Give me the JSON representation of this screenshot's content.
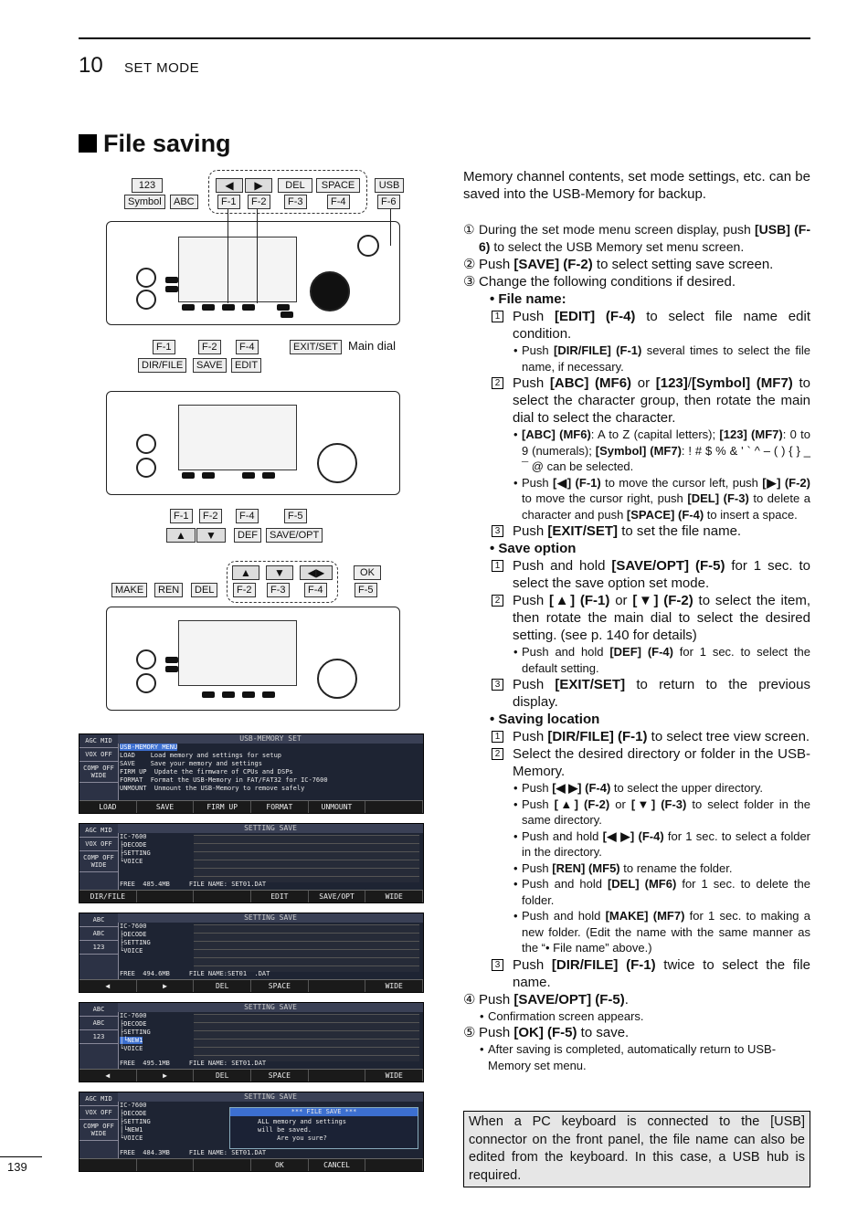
{
  "header": {
    "chapter_number": "10",
    "chapter_title": "SET MODE"
  },
  "section_title": "File saving",
  "page_number": "139",
  "diagram1": {
    "top_keys": [
      "◀",
      "▶",
      "DEL",
      "SPACE"
    ],
    "top_fkeys": [
      "F-1",
      "F-2",
      "F-3",
      "F-4"
    ],
    "key_123": "123",
    "key_symbol": "Symbol",
    "key_abc": "ABC",
    "key_usb": "USB",
    "key_f6": "F-6",
    "bottom_fkeys": [
      "F-1",
      "F-2",
      "F-4"
    ],
    "bottom_funcs": [
      "DIR/FILE",
      "SAVE",
      "EDIT"
    ],
    "exit_set": "EXIT/SET",
    "main_dial": "Main dial"
  },
  "diagram2": {
    "fkeys": [
      "F-1",
      "F-2",
      "F-4",
      "F-5"
    ],
    "funcs": [
      "▲",
      "▼",
      "DEF",
      "SAVE/OPT"
    ]
  },
  "diagram3": {
    "left_keys": [
      "MAKE",
      "REN",
      "DEL"
    ],
    "top_keys": [
      "▲",
      "▼",
      "◀▶"
    ],
    "fkeys": [
      "F-2",
      "F-3",
      "F-4"
    ],
    "ok": "OK",
    "f5": "F-5"
  },
  "lcd1": {
    "side": [
      "AGC MID",
      "VOX OFF",
      "COMP OFF WIDE"
    ],
    "title": "USB-MEMORY SET",
    "lines": [
      "USB-MEMORY MENU",
      "LOAD    Load memory and settings for setup",
      "SAVE    Save your memory and settings",
      "FIRM UP  Update the firmware of CPUs and DSPs",
      "FORMAT  Format the USB-Memory in FAT/FAT32 for IC-7600",
      "UNMOUNT  Unmount the USB-Memory to remove safely"
    ],
    "fbar": [
      "LOAD",
      "SAVE",
      "FIRM UP",
      "FORMAT",
      "UNMOUNT",
      ""
    ]
  },
  "lcd2": {
    "side": [
      "AGC MID",
      "VOX OFF",
      "COMP OFF WIDE"
    ],
    "title": "SETTING SAVE",
    "tree": [
      "IC-7600",
      "├DECODE",
      "├SETTING",
      "└VOICE"
    ],
    "status": "FREE  485.4MB     FILE NAME: SET01.DAT",
    "fbar": [
      "DIR/FILE",
      "",
      "",
      "EDIT",
      "SAVE/OPT",
      "WIDE"
    ]
  },
  "lcd3": {
    "side": [
      "ABC",
      "ABC",
      "123"
    ],
    "title": "SETTING SAVE",
    "tree": [
      "IC-7600",
      "├DECODE",
      "├SETTING",
      "└VOICE"
    ],
    "status": "FREE  494.6MB     FILE NAME:SET01  .DAT",
    "fbar": [
      "◀",
      "▶",
      "DEL",
      "SPACE",
      "",
      "WIDE"
    ]
  },
  "lcd4": {
    "side": [
      "ABC",
      "ABC",
      "123"
    ],
    "title": "SETTING SAVE",
    "tree": [
      "IC-7600",
      "├DECODE",
      "├SETTING",
      "│└NEW1",
      "└VOICE"
    ],
    "status": "FREE  495.1MB     FILE NAME: SET01.DAT",
    "fbar": [
      "◀",
      "▶",
      "DEL",
      "SPACE",
      "",
      "WIDE"
    ]
  },
  "lcd5": {
    "side": [
      "AGC MID",
      "VOX OFF",
      "COMP OFF WIDE"
    ],
    "title": "SETTING SAVE",
    "tree": [
      "IC-7600",
      "├DECODE",
      "├SETTING",
      "│└NEW1",
      "└VOICE"
    ],
    "dialog_title": "*** FILE SAVE ***",
    "dialog_msg": "ALL memory and settings\nwill be saved.\n     Are you sure?",
    "status": "FREE  484.3MB     FILE NAME: SET01.DAT",
    "fbar": [
      "",
      "",
      "",
      "OK",
      "CANCEL",
      ""
    ]
  },
  "text": {
    "intro": "Memory channel contents, set mode settings, etc. can be saved into the USB-Memory for backup.",
    "s1_n": "①",
    "s1_a": "During the set mode menu screen display, push ",
    "s1_b": "[USB] (F-6)",
    "s1_c": " to select the USB Memory set menu screen.",
    "s2_n": "②",
    "s2_a": "Push ",
    "s2_b": "[SAVE] (F-2)",
    "s2_c": " to select setting save screen.",
    "s3_n": "③",
    "s3": "Change the following conditions if desired.",
    "fn": "• File name:",
    "fn1_a": "Push ",
    "fn1_b": "[EDIT] (F-4)",
    "fn1_c": " to select file name edit condition.",
    "fn1_note_a": "Push ",
    "fn1_note_b": "[DIR/FILE] (F-1)",
    "fn1_note_c": " several times to select the file name, if necessary.",
    "fn2_a": "Push ",
    "fn2_b": "[ABC] (MF6)",
    "fn2_c": " or ",
    "fn2_d": "[123]",
    "fn2_e": "/",
    "fn2_f": "[Symbol] (MF7)",
    "fn2_g": " to select the character group, then rotate the main dial to select the character.",
    "fn2_n1_a": "[ABC] (MF6)",
    "fn2_n1_b": ": A to Z (capital letters); ",
    "fn2_n1_c": "[123] (MF7)",
    "fn2_n1_d": ": 0 to 9 (numerals); ",
    "fn2_n1_e": "[Symbol] (MF7)",
    "fn2_n1_f": ": ! # $ % & ' ` ^ – ( ) { } _ ¯ @ can be selected.",
    "fn2_n2_a": "Push ",
    "fn2_n2_b": "[◀] (F-1)",
    "fn2_n2_c": " to move the cursor left, push ",
    "fn2_n2_d": "[▶] (F-2)",
    "fn2_n2_e": " to move the cursor right, push ",
    "fn2_n2_f": "[DEL] (F-3)",
    "fn2_n2_g": " to delete a character and push ",
    "fn2_n2_h": "[SPACE] (F-4)",
    "fn2_n2_i": " to insert a space.",
    "fn3_a": "Push ",
    "fn3_b": "[EXIT/SET]",
    "fn3_c": " to set the file name.",
    "so": "• Save option",
    "so1_a": "Push and hold ",
    "so1_b": "[SAVE/OPT] (F-5)",
    "so1_c": " for 1 sec. to select the save option set mode.",
    "so2_a": "Push ",
    "so2_b": "[▲] (F-1)",
    "so2_c": " or ",
    "so2_d": "[▼] (F-2)",
    "so2_e": " to select the item, then rotate the main dial to select the desired setting. (see p. 140 for details)",
    "so2_note_a": "Push and hold ",
    "so2_note_b": "[DEF] (F-4)",
    "so2_note_c": " for 1 sec. to select the default setting.",
    "so3_a": "Push ",
    "so3_b": "[EXIT/SET]",
    "so3_c": " to return to the previous display.",
    "sl": "• Saving location",
    "sl1_a": "Push ",
    "sl1_b": "[DIR/FILE] (F-1)",
    "sl1_c": " to select tree view screen.",
    "sl2": "Select the desired directory or folder in the USB-Memory.",
    "sl2_n1_a": "Push ",
    "sl2_n1_b": "[◀ ▶] (F-4)",
    "sl2_n1_c": " to select the upper directory.",
    "sl2_n2_a": "Push ",
    "sl2_n2_b": "[▲] (F-2)",
    "sl2_n2_c": " or ",
    "sl2_n2_d": "[▼] (F-3)",
    "sl2_n2_e": " to select folder in the same directory.",
    "sl2_n3_a": "Push and hold ",
    "sl2_n3_b": "[◀ ▶] (F-4)",
    "sl2_n3_c": " for 1 sec. to select a folder in the directory.",
    "sl2_n4_a": "Push ",
    "sl2_n4_b": "[REN] (MF5)",
    "sl2_n4_c": " to rename the folder.",
    "sl2_n5_a": "Push and hold ",
    "sl2_n5_b": "[DEL] (MF6)",
    "sl2_n5_c": " for 1 sec. to delete the folder.",
    "sl2_n6_a": "Push and hold ",
    "sl2_n6_b": "[MAKE] (MF7)",
    "sl2_n6_c": " for 1 sec. to making a new folder. (Edit the name with the same manner as the “• File name” above.)",
    "sl3_a": "Push ",
    "sl3_b": "[DIR/FILE] (F-1)",
    "sl3_c": " twice to select the file name.",
    "s4_n": "④",
    "s4_a": "Push ",
    "s4_b": "[SAVE/OPT] (F-5)",
    "s4_c": ".",
    "s4_note": "Confirmation screen appears.",
    "s5_n": "⑤",
    "s5_a": "Push ",
    "s5_b": "[OK] (F-5)",
    "s5_c": " to save.",
    "s5_note": "After saving is completed, automatically return to USB-Memory set menu.",
    "box": "When a PC keyboard is connected to the [USB] connector on the front panel, the file name can also be edited from the keyboard. In this case, a USB hub is required."
  }
}
